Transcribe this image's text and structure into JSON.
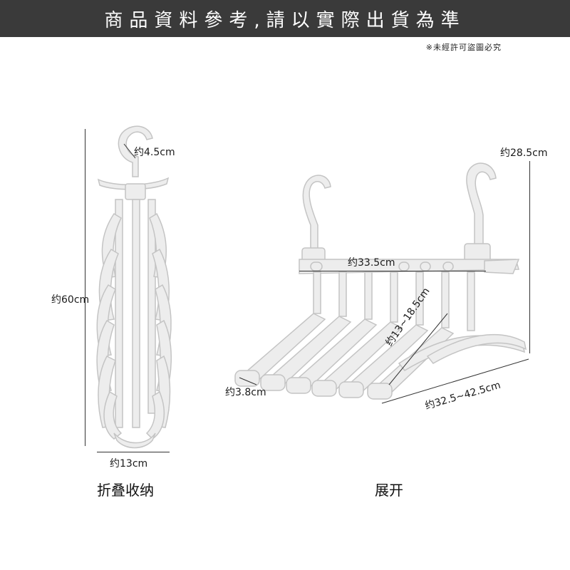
{
  "header": {
    "banner_text": "商品資料參考,請以實際出貨為準",
    "copyright_notice": "※未經許可盜圖必究"
  },
  "folded": {
    "caption": "折叠收纳",
    "dims": {
      "hook": "约4.5cm",
      "height": "约60cm",
      "width": "约13cm"
    }
  },
  "expanded": {
    "caption": "展开",
    "dims": {
      "height": "约28.5cm",
      "rail": "约33.5cm",
      "spacing": "约13~18.5cm",
      "thickness": "约3.8cm",
      "length": "约32.5~42.5cm"
    }
  },
  "colors": {
    "banner_bg": "#3a3a3a",
    "product": "#eeeeee",
    "outline": "#c4c4c4"
  }
}
